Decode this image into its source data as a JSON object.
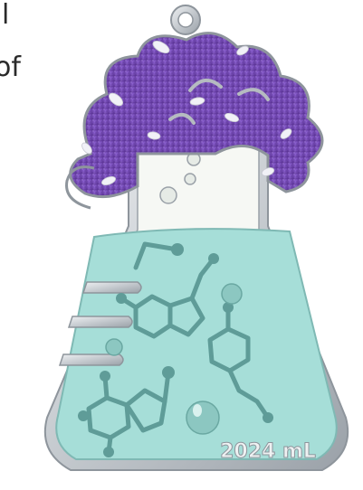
{
  "background_text": {
    "line1": "l",
    "line2": "of"
  },
  "medal": {
    "volume_label": "2024 mL",
    "colors": {
      "silver": "#c9cdd1",
      "silver_dark": "#8e959c",
      "liquid": "#a6ded8",
      "liquid_line": "#5f9c98",
      "glass": "#f6f8f4",
      "foam": "#7b4fc0",
      "foam_dark": "#5a3596"
    }
  }
}
